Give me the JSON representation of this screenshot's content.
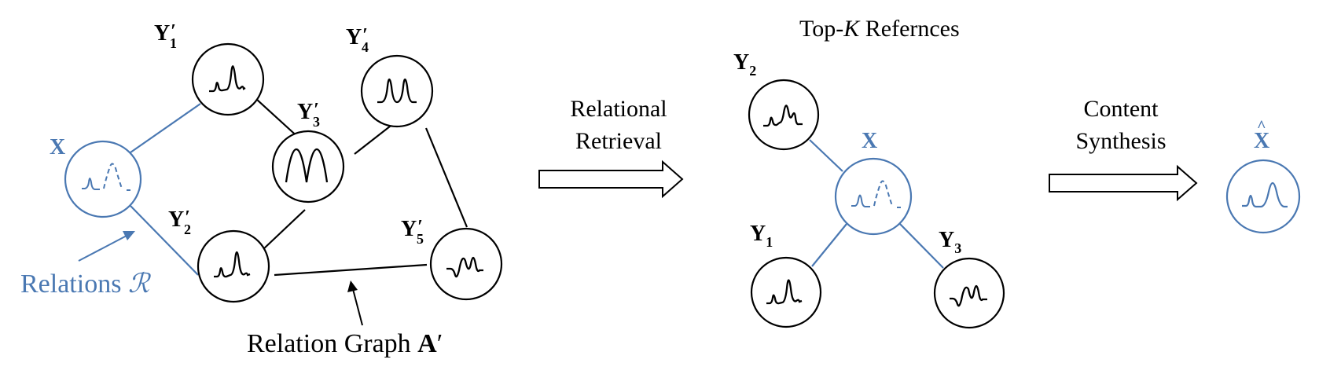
{
  "colors": {
    "ink": "#000000",
    "query": "#4a78b2"
  },
  "relation_graph": {
    "query_node_label": "X",
    "nodes": [
      {
        "id": "y1p",
        "label_main": "Y",
        "label_prime": "′",
        "label_sub": "1",
        "icon": "waveform-small-bump-tall-peak"
      },
      {
        "id": "y4p",
        "label_main": "Y",
        "label_prime": "′",
        "label_sub": "4",
        "icon": "waveform-double-peak"
      },
      {
        "id": "y3p",
        "label_main": "Y",
        "label_prime": "′",
        "label_sub": "3",
        "icon": "waveform-double-hump"
      },
      {
        "id": "y2p",
        "label_main": "Y",
        "label_prime": "′",
        "label_sub": "2",
        "icon": "waveform-small-bump-tall-peak"
      },
      {
        "id": "y5p",
        "label_main": "Y",
        "label_prime": "′",
        "label_sub": "5",
        "icon": "waveform-oscillation"
      }
    ],
    "relations_label": "Relations ",
    "relations_symbol": "ℛ",
    "graph_caption": "Relation Graph ",
    "graph_caption_symbol": "A",
    "graph_caption_prime": "′"
  },
  "step1": {
    "line1": "Relational",
    "line2": "Retrieval"
  },
  "retrieval": {
    "title_prefix": "Top-",
    "title_k": "K",
    "title_suffix": " Refernces",
    "query_label": "X",
    "refs": [
      {
        "label_main": "Y",
        "label_sub": "2"
      },
      {
        "label_main": "Y",
        "label_sub": "1"
      },
      {
        "label_main": "Y",
        "label_sub": "3"
      }
    ]
  },
  "step2": {
    "line1": "Content",
    "line2": "Synthesis"
  },
  "output": {
    "label": "X",
    "hat": "^"
  }
}
